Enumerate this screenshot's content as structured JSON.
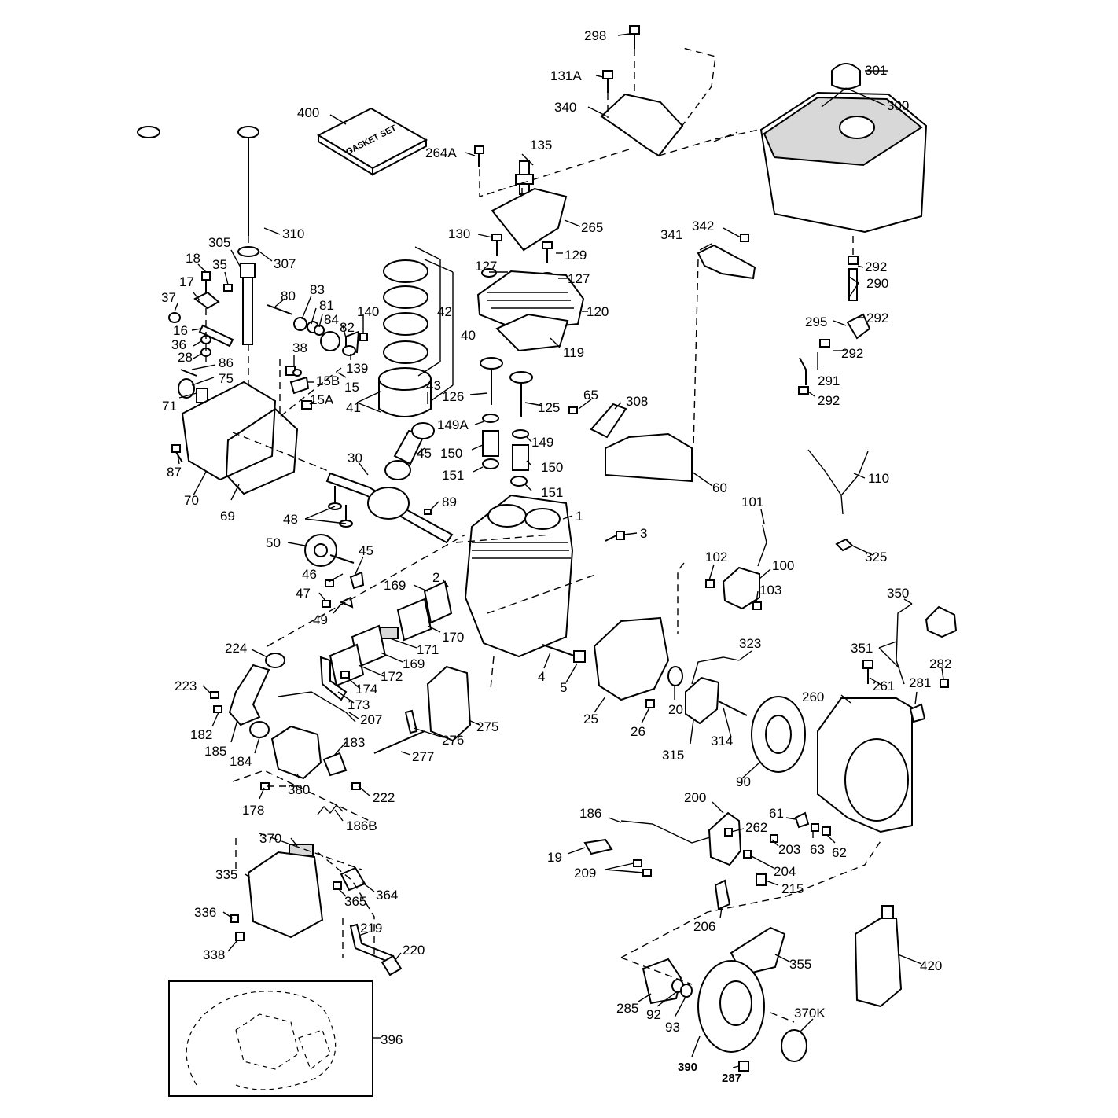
{
  "gasket_box_text": "GASKET SET",
  "labels": [
    {
      "id": "298",
      "t": "298"
    },
    {
      "id": "131A",
      "t": "131A"
    },
    {
      "id": "340",
      "t": "340"
    },
    {
      "id": "301",
      "t": "301"
    },
    {
      "id": "300",
      "t": "300"
    },
    {
      "id": "400",
      "t": "400"
    },
    {
      "id": "135",
      "t": "135"
    },
    {
      "id": "264A",
      "t": "264A"
    },
    {
      "id": "265",
      "t": "265"
    },
    {
      "id": "310",
      "t": "310"
    },
    {
      "id": "130",
      "t": "130"
    },
    {
      "id": "129",
      "t": "129"
    },
    {
      "id": "305",
      "t": "305"
    },
    {
      "id": "307",
      "t": "307"
    },
    {
      "id": "341",
      "t": "341"
    },
    {
      "id": "342",
      "t": "342"
    },
    {
      "id": "292a",
      "t": "292"
    },
    {
      "id": "290",
      "t": "290"
    },
    {
      "id": "292b",
      "t": "292"
    },
    {
      "id": "295",
      "t": "295"
    },
    {
      "id": "292c",
      "t": "292"
    },
    {
      "id": "291",
      "t": "291"
    },
    {
      "id": "292d",
      "t": "292"
    },
    {
      "id": "18",
      "t": "18"
    },
    {
      "id": "35",
      "t": "35"
    },
    {
      "id": "127a",
      "t": "127"
    },
    {
      "id": "127b",
      "t": "127"
    },
    {
      "id": "17",
      "t": "17"
    },
    {
      "id": "83",
      "t": "83"
    },
    {
      "id": "80",
      "t": "80"
    },
    {
      "id": "81",
      "t": "81"
    },
    {
      "id": "37",
      "t": "37"
    },
    {
      "id": "120",
      "t": "120"
    },
    {
      "id": "140",
      "t": "140"
    },
    {
      "id": "84",
      "t": "84"
    },
    {
      "id": "42",
      "t": "42"
    },
    {
      "id": "16",
      "t": "16"
    },
    {
      "id": "82",
      "t": "82"
    },
    {
      "id": "40",
      "t": "40"
    },
    {
      "id": "36",
      "t": "36"
    },
    {
      "id": "119",
      "t": "119"
    },
    {
      "id": "38",
      "t": "38"
    },
    {
      "id": "139",
      "t": "139"
    },
    {
      "id": "28",
      "t": "28"
    },
    {
      "id": "86",
      "t": "86"
    },
    {
      "id": "75",
      "t": "75"
    },
    {
      "id": "15B",
      "t": "15B"
    },
    {
      "id": "15",
      "t": "15"
    },
    {
      "id": "43",
      "t": "43"
    },
    {
      "id": "126",
      "t": "126"
    },
    {
      "id": "65",
      "t": "65"
    },
    {
      "id": "15A",
      "t": "15A"
    },
    {
      "id": "308",
      "t": "308"
    },
    {
      "id": "71",
      "t": "71"
    },
    {
      "id": "41",
      "t": "41"
    },
    {
      "id": "125",
      "t": "125"
    },
    {
      "id": "149A",
      "t": "149A"
    },
    {
      "id": "149",
      "t": "149"
    },
    {
      "id": "45a",
      "t": "45"
    },
    {
      "id": "150a",
      "t": "150"
    },
    {
      "id": "30",
      "t": "30"
    },
    {
      "id": "87",
      "t": "87"
    },
    {
      "id": "150b",
      "t": "150"
    },
    {
      "id": "110",
      "t": "110"
    },
    {
      "id": "151a",
      "t": "151"
    },
    {
      "id": "70",
      "t": "70"
    },
    {
      "id": "69",
      "t": "69"
    },
    {
      "id": "60",
      "t": "60"
    },
    {
      "id": "151b",
      "t": "151"
    },
    {
      "id": "89",
      "t": "89"
    },
    {
      "id": "101",
      "t": "101"
    },
    {
      "id": "48",
      "t": "48"
    },
    {
      "id": "1",
      "t": "1"
    },
    {
      "id": "3",
      "t": "3"
    },
    {
      "id": "50",
      "t": "50"
    },
    {
      "id": "45b",
      "t": "45"
    },
    {
      "id": "325",
      "t": "325"
    },
    {
      "id": "102",
      "t": "102"
    },
    {
      "id": "100",
      "t": "100"
    },
    {
      "id": "46",
      "t": "46"
    },
    {
      "id": "169a",
      "t": "169"
    },
    {
      "id": "2",
      "t": "2"
    },
    {
      "id": "103",
      "t": "103"
    },
    {
      "id": "47",
      "t": "47"
    },
    {
      "id": "350",
      "t": "350"
    },
    {
      "id": "170",
      "t": "170"
    },
    {
      "id": "49",
      "t": "49"
    },
    {
      "id": "171",
      "t": "171"
    },
    {
      "id": "323",
      "t": "323"
    },
    {
      "id": "224",
      "t": "224"
    },
    {
      "id": "351",
      "t": "351"
    },
    {
      "id": "169b",
      "t": "169"
    },
    {
      "id": "282",
      "t": "282"
    },
    {
      "id": "4",
      "t": "4"
    },
    {
      "id": "172",
      "t": "172"
    },
    {
      "id": "261",
      "t": "261"
    },
    {
      "id": "223",
      "t": "223"
    },
    {
      "id": "5",
      "t": "5"
    },
    {
      "id": "174",
      "t": "174"
    },
    {
      "id": "281",
      "t": "281"
    },
    {
      "id": "260",
      "t": "260"
    },
    {
      "id": "173",
      "t": "173"
    },
    {
      "id": "20",
      "t": "20"
    },
    {
      "id": "207",
      "t": "207"
    },
    {
      "id": "275",
      "t": "275"
    },
    {
      "id": "25",
      "t": "25"
    },
    {
      "id": "26",
      "t": "26"
    },
    {
      "id": "182",
      "t": "182"
    },
    {
      "id": "276",
      "t": "276"
    },
    {
      "id": "314",
      "t": "314"
    },
    {
      "id": "185",
      "t": "185"
    },
    {
      "id": "184",
      "t": "184"
    },
    {
      "id": "183",
      "t": "183"
    },
    {
      "id": "315",
      "t": "315"
    },
    {
      "id": "277",
      "t": "277"
    },
    {
      "id": "90",
      "t": "90"
    },
    {
      "id": "380",
      "t": "380"
    },
    {
      "id": "222",
      "t": "222"
    },
    {
      "id": "178",
      "t": "178"
    },
    {
      "id": "200",
      "t": "200"
    },
    {
      "id": "186B",
      "t": "186B"
    },
    {
      "id": "186",
      "t": "186"
    },
    {
      "id": "61",
      "t": "61"
    },
    {
      "id": "262",
      "t": "262"
    },
    {
      "id": "370",
      "t": "370"
    },
    {
      "id": "203",
      "t": "203"
    },
    {
      "id": "63",
      "t": "63"
    },
    {
      "id": "62",
      "t": "62"
    },
    {
      "id": "19",
      "t": "19"
    },
    {
      "id": "335",
      "t": "335"
    },
    {
      "id": "209",
      "t": "209"
    },
    {
      "id": "204",
      "t": "204"
    },
    {
      "id": "364",
      "t": "364"
    },
    {
      "id": "365",
      "t": "365"
    },
    {
      "id": "215",
      "t": "215"
    },
    {
      "id": "336",
      "t": "336"
    },
    {
      "id": "206",
      "t": "206"
    },
    {
      "id": "219",
      "t": "219"
    },
    {
      "id": "338",
      "t": "338"
    },
    {
      "id": "220",
      "t": "220"
    },
    {
      "id": "355",
      "t": "355"
    },
    {
      "id": "420",
      "t": "420"
    },
    {
      "id": "370K",
      "t": "370K"
    },
    {
      "id": "285",
      "t": "285"
    },
    {
      "id": "92",
      "t": "92"
    },
    {
      "id": "93",
      "t": "93"
    },
    {
      "id": "396",
      "t": "396"
    },
    {
      "id": "390",
      "t": "390"
    },
    {
      "id": "287",
      "t": "287"
    }
  ]
}
